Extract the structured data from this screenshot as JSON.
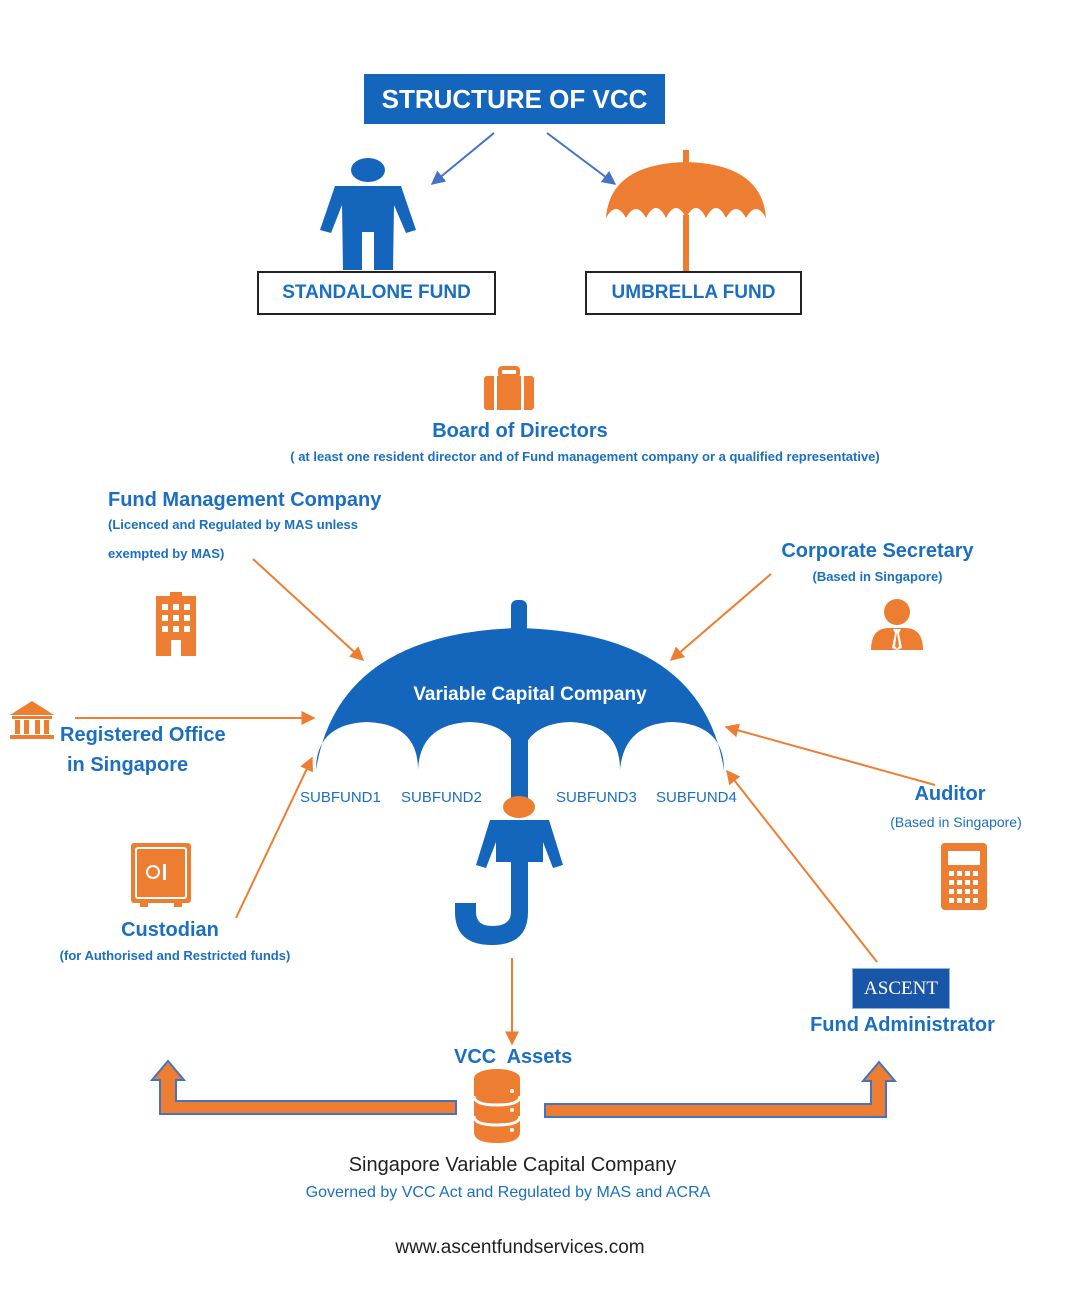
{
  "title": "STRUCTURE OF VCC",
  "standalone_fund": "STANDALONE FUND",
  "umbrella_fund": "UMBRELLA FUND",
  "board": {
    "title": "Board of Directors",
    "note": "( at least one resident director and of Fund management company or a qualified representative)"
  },
  "fund_management": {
    "title": "Fund Management Company",
    "note_line1": "(Licenced and Regulated by MAS unless",
    "note_line2": "exempted by MAS)"
  },
  "corporate_secretary": {
    "title": "Corporate Secretary",
    "note": "(Based in Singapore)"
  },
  "vcc_label": "Variable Capital Company",
  "subfunds": [
    "SUBFUND1",
    "SUBFUND2",
    "SUBFUND3",
    "SUBFUND4"
  ],
  "registered_office": {
    "line1": "Registered Office",
    "line2": "in Singapore"
  },
  "auditor": {
    "title": "Auditor",
    "note": "(Based in Singapore)"
  },
  "custodian": {
    "title": "Custodian",
    "note": "(for Authorised and Restricted funds)"
  },
  "fund_administrator": {
    "logo": "ASCENT",
    "title": "Fund Administrator"
  },
  "vcc_assets": "VCC  Assets",
  "footer": {
    "line1": "Singapore Variable Capital Company",
    "line2": "Governed by VCC Act and Regulated by MAS and ACRA",
    "website": "www.ascentfundservices.com"
  },
  "colors": {
    "blue": "#1466bd",
    "orange": "#ed7d31",
    "text_blue": "#1b6fc2"
  },
  "icons": [
    "person-icon",
    "umbrella-icon",
    "briefcase-icon",
    "office-building-icon",
    "businessman-icon",
    "bank-icon",
    "safe-icon",
    "calculator-icon",
    "database-icon",
    "person-under-umbrella-icon"
  ]
}
